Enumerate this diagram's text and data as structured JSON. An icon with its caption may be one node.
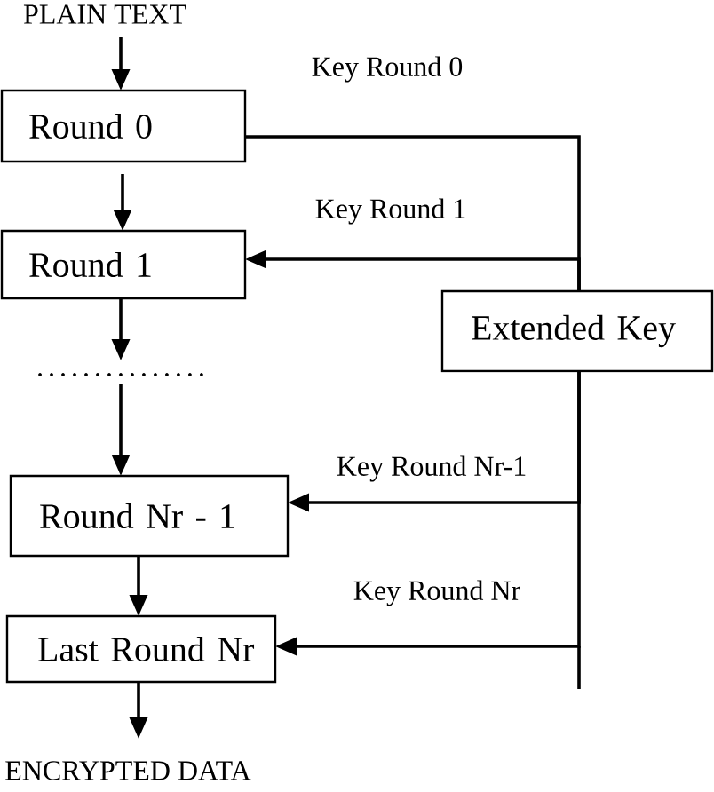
{
  "diagram": {
    "nodes": [
      {
        "text": [
          "PLAIN TEXT"
        ]
      },
      {
        "text": [
          "Round 0"
        ]
      },
      {
        "text": [
          "Round 1"
        ]
      },
      {
        "text": [
          "..............."
        ]
      },
      {
        "text": [
          "Extended Key"
        ]
      },
      {
        "text": [
          "Round Nr - 1"
        ]
      },
      {
        "text": [
          "Last Round Nr"
        ]
      },
      {
        "text": [
          "ENCRYPTED DATA"
        ]
      }
    ],
    "edges": [
      {
        "from": 0,
        "to": 1,
        "arrow": "to"
      },
      {
        "from": 1,
        "to": 2,
        "arrow": "to"
      },
      {
        "from": 2,
        "to": 3,
        "arrow": "to"
      },
      {
        "from": 3,
        "to": 5,
        "arrow": "to"
      },
      {
        "from": 5,
        "to": 6,
        "arrow": "to"
      },
      {
        "from": 6,
        "to": 7,
        "arrow": "to"
      },
      {
        "from": 4,
        "to": 1,
        "arrow": "none",
        "label": "Key Round 0"
      },
      {
        "from": 4,
        "to": 2,
        "arrow": "to",
        "label": "Key Round 1"
      },
      {
        "from": 4,
        "to": 5,
        "arrow": "to",
        "label": "Key Round Nr-1"
      },
      {
        "from": 4,
        "to": 6,
        "arrow": "to",
        "label": "Key Round Nr"
      }
    ]
  }
}
